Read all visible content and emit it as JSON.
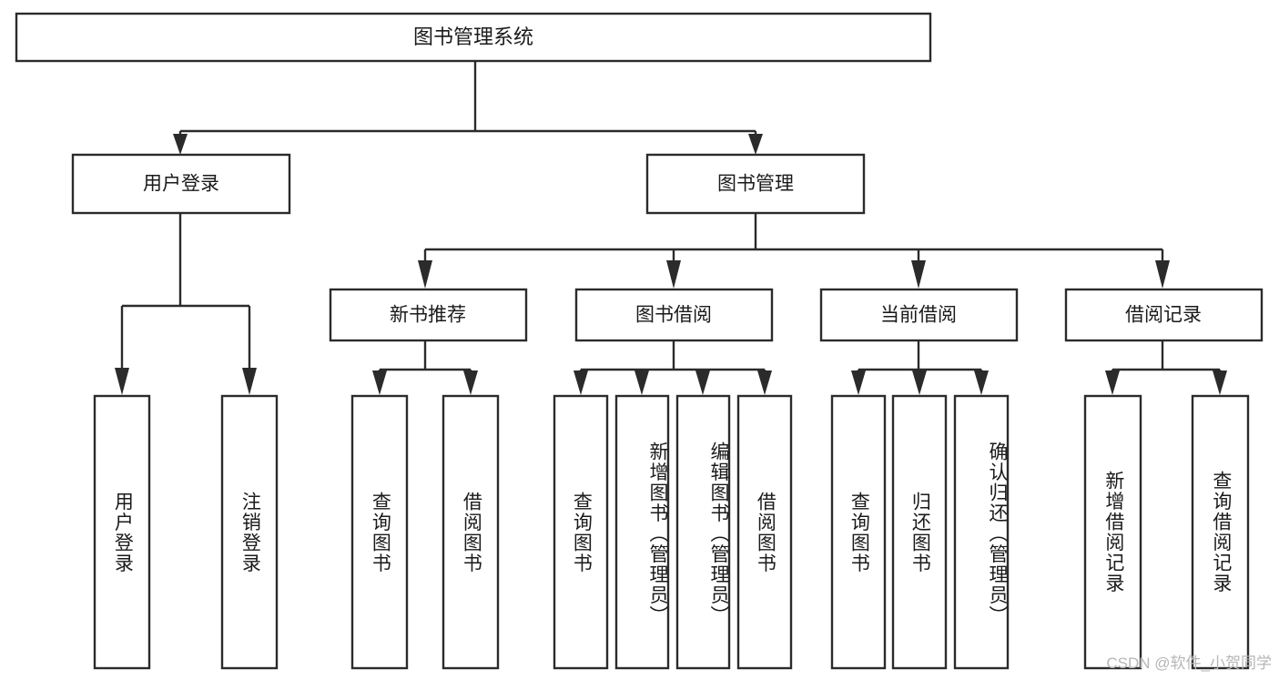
{
  "diagram": {
    "type": "tree-hierarchy",
    "title": "图书管理系统",
    "orientation": "top-down",
    "colors": {
      "box_stroke": "#2b2b2b",
      "box_fill": "#ffffff",
      "connector": "#2b2b2b",
      "text": "#1a1a1a",
      "background": "#ffffff",
      "watermark": "#b6b6b6"
    },
    "levels": {
      "root": "图书管理系统",
      "level2": [
        "用户登录",
        "图书管理"
      ],
      "level3": [
        "新书推荐",
        "图书借阅",
        "当前借阅",
        "借阅记录"
      ]
    },
    "nodes": {
      "root": {
        "label": "图书管理系统"
      },
      "user_login": {
        "label": "用户登录"
      },
      "book_manage": {
        "label": "图书管理"
      },
      "new_book_rec": {
        "label": "新书推荐"
      },
      "book_borrow": {
        "label": "图书借阅"
      },
      "current_borrow": {
        "label": "当前借阅"
      },
      "borrow_record": {
        "label": "借阅记录"
      },
      "leaf_user_login": {
        "label": "用户登录"
      },
      "leaf_logout_login": {
        "label": "注销登录"
      },
      "leaf_query_book_1": {
        "label": "查询图书"
      },
      "leaf_borrow_book_1": {
        "label": "借阅图书"
      },
      "leaf_query_book_2": {
        "label": "查询图书"
      },
      "leaf_add_book_admin": {
        "label": "新增图书（管理员）"
      },
      "leaf_edit_book_admin": {
        "label": "编辑图书（管理员）"
      },
      "leaf_borrow_book_2": {
        "label": "借阅图书"
      },
      "leaf_query_book_3": {
        "label": "查询图书"
      },
      "leaf_return_book": {
        "label": "归还图书"
      },
      "leaf_confirm_return_admin": {
        "label": "确认归还（管理员）"
      },
      "leaf_add_borrow_record": {
        "label": "新增借阅记录"
      },
      "leaf_query_borrow_record": {
        "label": "查询借阅记录"
      }
    },
    "edges": [
      {
        "from": "root",
        "to": "user_login"
      },
      {
        "from": "root",
        "to": "book_manage"
      },
      {
        "from": "user_login",
        "to": "leaf_user_login"
      },
      {
        "from": "user_login",
        "to": "leaf_logout_login"
      },
      {
        "from": "book_manage",
        "to": "new_book_rec"
      },
      {
        "from": "book_manage",
        "to": "book_borrow"
      },
      {
        "from": "book_manage",
        "to": "current_borrow"
      },
      {
        "from": "book_manage",
        "to": "borrow_record"
      },
      {
        "from": "new_book_rec",
        "to": "leaf_query_book_1"
      },
      {
        "from": "new_book_rec",
        "to": "leaf_borrow_book_1"
      },
      {
        "from": "book_borrow",
        "to": "leaf_query_book_2"
      },
      {
        "from": "book_borrow",
        "to": "leaf_add_book_admin"
      },
      {
        "from": "book_borrow",
        "to": "leaf_edit_book_admin"
      },
      {
        "from": "book_borrow",
        "to": "leaf_borrow_book_2"
      },
      {
        "from": "current_borrow",
        "to": "leaf_query_book_3"
      },
      {
        "from": "current_borrow",
        "to": "leaf_return_book"
      },
      {
        "from": "current_borrow",
        "to": "leaf_confirm_return_admin"
      },
      {
        "from": "borrow_record",
        "to": "leaf_add_borrow_record"
      },
      {
        "from": "borrow_record",
        "to": "leaf_query_borrow_record"
      }
    ]
  },
  "watermark": {
    "text": "CSDN @软件_小贺同学"
  }
}
